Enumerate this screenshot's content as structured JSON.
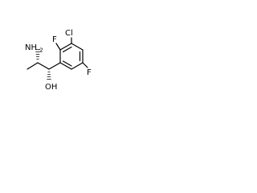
{
  "molecule": {
    "atoms": {
      "amine": "NH2",
      "hydroxyl": "OH",
      "chloro": "Cl",
      "fluoro_ortho": "F",
      "fluoro_meta": "F"
    },
    "colors": {
      "bond": "#000000",
      "label": "#000000",
      "background": "#ffffff"
    }
  }
}
